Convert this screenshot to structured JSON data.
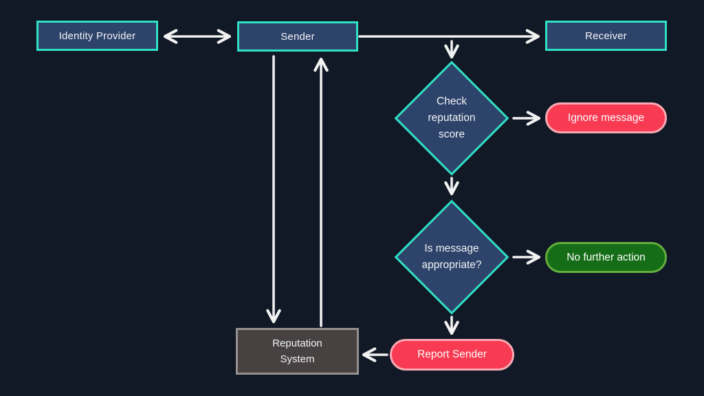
{
  "diagram": {
    "title_implicit": "Sender reputation message flow",
    "background_color": "#111927",
    "arrow_color": "#f2f2f2",
    "colors": {
      "node_fill": "#2e4369",
      "node_border_teal": "#2fe1c5",
      "alert_fill": "#f83a52",
      "alert_border": "#f9a9b3",
      "success_fill": "#156e17",
      "success_border": "#64ae3d",
      "system_fill": "#474141",
      "system_border": "#969090",
      "text": "#f2f4f8"
    },
    "nodes": {
      "identity_provider": {
        "label": "Identity Provider",
        "shape": "rectangle"
      },
      "sender": {
        "label": "Sender",
        "shape": "rectangle"
      },
      "receiver": {
        "label": "Receiver",
        "shape": "rectangle"
      },
      "check_reputation": {
        "label": "Check\nreputation\nscore",
        "shape": "diamond"
      },
      "ignore_message": {
        "label": "Ignore message",
        "shape": "pill",
        "color": "red"
      },
      "is_appropriate": {
        "label": "Is message\nappropriate?",
        "shape": "diamond"
      },
      "no_further_action": {
        "label": "No further action",
        "shape": "pill",
        "color": "green"
      },
      "reputation_system": {
        "label": "Reputation\nSystem",
        "shape": "rectangle-gray"
      },
      "report_sender": {
        "label": "Report Sender",
        "shape": "pill",
        "color": "red"
      }
    },
    "edges": [
      {
        "from": "identity_provider",
        "to": "sender",
        "bidirectional": true
      },
      {
        "from": "sender",
        "to": "receiver"
      },
      {
        "from": "sender_receiver_line",
        "to": "check_reputation"
      },
      {
        "from": "check_reputation",
        "to": "ignore_message"
      },
      {
        "from": "check_reputation",
        "to": "is_appropriate"
      },
      {
        "from": "is_appropriate",
        "to": "no_further_action"
      },
      {
        "from": "is_appropriate",
        "to": "report_sender"
      },
      {
        "from": "report_sender",
        "to": "reputation_system"
      },
      {
        "from": "sender",
        "to": "reputation_system"
      },
      {
        "from": "reputation_system",
        "to": "sender"
      }
    ]
  }
}
